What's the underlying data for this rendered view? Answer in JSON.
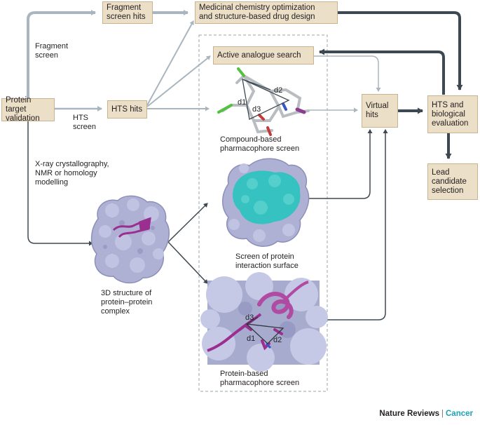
{
  "boxes": {
    "protein_target": "Protein target\nvalidation",
    "fragment_hits": "Fragment\nscreen hits",
    "med_chem": "Medicinal chemistry optimization\nand structure-based drug design",
    "active_analogue": "Active analogue search",
    "hts_hits": "HTS hits",
    "virtual_hits": "Virtual\nhits",
    "hts_bio": "HTS and\nbiological\nevaluation",
    "lead": "Lead\ncandidate\nselection"
  },
  "labels": {
    "fragment_screen": "Fragment\nscreen",
    "hts_screen": "HTS\nscreen",
    "xray": "X-ray crystallography,\nNMR or homology\nmodelling",
    "structure_3d": "3D structure of\nprotein–protein\ncomplex",
    "compound_pharm": "Compound-based\npharmacophore screen",
    "interaction_surface": "Screen of protein\ninteraction surface",
    "protein_pharm": "Protein-based\npharmacophore screen",
    "d1": "d1",
    "d2": "d2",
    "d3": "d3"
  },
  "footer": {
    "journal": "Nature Reviews",
    "separator": "|",
    "section": "Cancer"
  },
  "colors": {
    "box_fill": "#ecdfc8",
    "arrow_light": "#a9b6bf",
    "arrow_dark": "#3d4952",
    "protein_surface": "#aeb1d4",
    "interface": "#35c2c0",
    "helix": "#9b2f8f",
    "accent": "#1aa3b8"
  }
}
